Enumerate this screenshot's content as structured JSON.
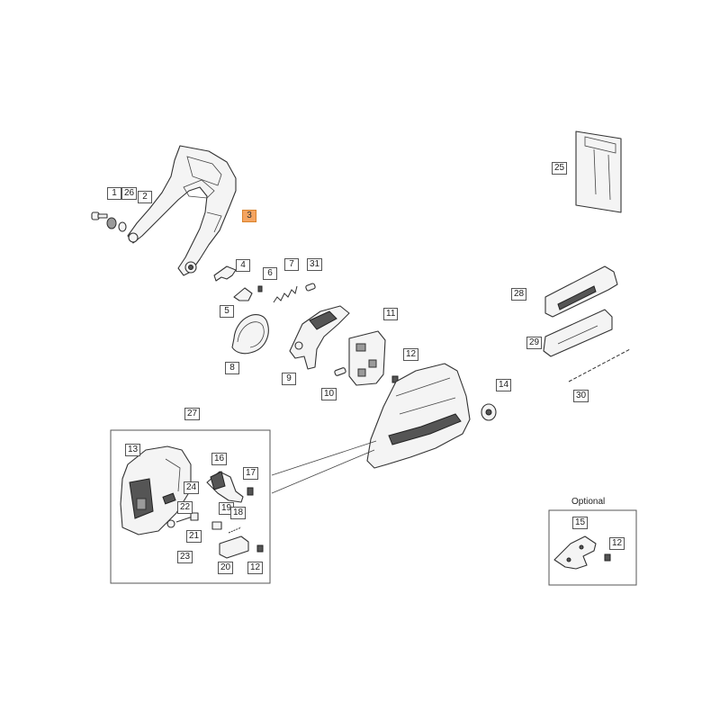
{
  "diagram": {
    "highlight_color": "#f4a460",
    "optional_label": "Optional",
    "labels": {
      "p1": "1",
      "p26": "26",
      "p2": "2",
      "p3": "3",
      "p4": "4",
      "p5": "5",
      "p6": "6",
      "p7": "7",
      "p31": "31",
      "p8": "8",
      "p9": "9",
      "p10": "10",
      "p11": "11",
      "p12a": "12",
      "p14": "14",
      "p25": "25",
      "p28": "28",
      "p29": "29",
      "p30": "30",
      "p27": "27",
      "p13": "13",
      "p16": "16",
      "p17": "17",
      "p24": "24",
      "p22": "22",
      "p21": "21",
      "p23": "23",
      "p19": "19",
      "p18": "18",
      "p20": "20",
      "p12b": "12",
      "p15": "15",
      "p12c": "12"
    }
  }
}
